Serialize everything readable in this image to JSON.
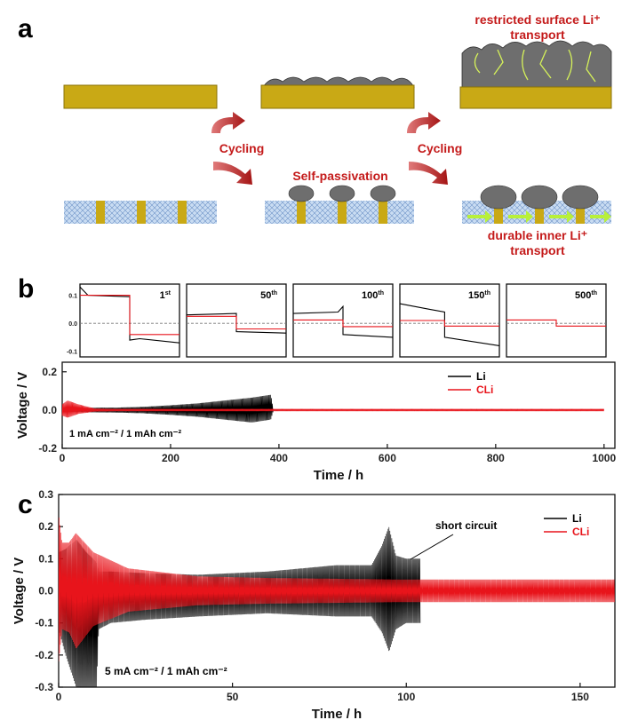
{
  "panel_a": {
    "letter": "a",
    "label_top": "restricted surface Li⁺",
    "label_top2": "transport",
    "cycling_1": "Cycling",
    "cycling_2": "Cycling",
    "self_passivation": "Self-passivation",
    "label_bottom": "durable inner Li⁺",
    "label_bottom2": "transport"
  },
  "panel_b": {
    "letter": "b",
    "condition": "1 mA cm⁻² / 1 mAh cm⁻²",
    "inset_labels": [
      "1st",
      "50th",
      "100th",
      "150th",
      "500th"
    ],
    "inset_ytick_labels": [
      "0.1",
      "0.0",
      "-0.1"
    ]
  },
  "panel_c": {
    "letter": "c",
    "condition": "5 mA cm⁻² / 1 mAh cm⁻²",
    "annotation": "short circuit"
  },
  "colors": {
    "li": "#000000",
    "cli": "#e8141b",
    "accent_red": "#c41a1a",
    "gold": "#c9a915",
    "grey_deposit": "#6e6e6e"
  },
  "chart_data": [
    {
      "type": "line",
      "panel": "b",
      "xlabel": "Time / h",
      "ylabel": "Voltage / V",
      "xlim": [
        0,
        1020
      ],
      "ylim": [
        -0.2,
        0.25
      ],
      "xticks": [
        0,
        200,
        400,
        600,
        800,
        1000
      ],
      "yticks": [
        -0.2,
        0.0,
        0.2
      ],
      "legend": "right",
      "series": [
        {
          "name": "Li",
          "color": "#000000",
          "x": [
            0,
            20,
            50,
            100,
            150,
            200,
            250,
            300,
            350,
            385,
            390
          ],
          "y_upper": [
            0.012,
            0.01,
            0.012,
            0.013,
            0.017,
            0.025,
            0.035,
            0.05,
            0.065,
            0.08,
            0.0
          ],
          "y_lower": [
            -0.012,
            -0.01,
            -0.012,
            -0.013,
            -0.017,
            -0.025,
            -0.035,
            -0.05,
            -0.065,
            -0.05,
            0.0
          ]
        },
        {
          "name": "CLi",
          "color": "#e8141b",
          "x": [
            0,
            10,
            30,
            60,
            100,
            200,
            400,
            600,
            800,
            1000
          ],
          "y_upper": [
            0.03,
            0.05,
            0.03,
            0.008,
            0.006,
            0.006,
            0.006,
            0.006,
            0.006,
            0.006
          ],
          "y_lower": [
            -0.03,
            -0.04,
            -0.02,
            -0.008,
            -0.006,
            -0.006,
            -0.006,
            -0.006,
            -0.006,
            -0.006
          ]
        }
      ],
      "insets": [
        {
          "label": "1st",
          "ylim": [
            -0.12,
            0.14
          ],
          "li": [
            [
              0,
              0.13
            ],
            [
              0.08,
              0.1
            ],
            [
              0.5,
              0.095
            ],
            [
              0.5,
              -0.06
            ],
            [
              0.6,
              -0.055
            ],
            [
              1,
              -0.07
            ]
          ],
          "cli": [
            [
              0,
              0.1
            ],
            [
              0.5,
              0.1
            ],
            [
              0.5,
              -0.04
            ],
            [
              1,
              -0.04
            ]
          ]
        },
        {
          "label": "50th",
          "ylim": [
            -0.12,
            0.14
          ],
          "li": [
            [
              0,
              0.03
            ],
            [
              0.5,
              0.035
            ],
            [
              0.5,
              -0.03
            ],
            [
              1,
              -0.035
            ]
          ],
          "cli": [
            [
              0,
              0.025
            ],
            [
              0.5,
              0.025
            ],
            [
              0.5,
              -0.02
            ],
            [
              1,
              -0.02
            ]
          ]
        },
        {
          "label": "100th",
          "ylim": [
            -0.12,
            0.14
          ],
          "li": [
            [
              0,
              0.035
            ],
            [
              0.45,
              0.04
            ],
            [
              0.5,
              0.06
            ],
            [
              0.5,
              -0.04
            ],
            [
              1,
              -0.05
            ]
          ],
          "cli": [
            [
              0,
              0.012
            ],
            [
              0.5,
              0.012
            ],
            [
              0.5,
              -0.012
            ],
            [
              1,
              -0.012
            ]
          ]
        },
        {
          "label": "150th",
          "ylim": [
            -0.12,
            0.14
          ],
          "li": [
            [
              0,
              0.07
            ],
            [
              0.3,
              0.05
            ],
            [
              0.45,
              0.04
            ],
            [
              0.45,
              -0.05
            ],
            [
              1,
              -0.08
            ]
          ],
          "cli": [
            [
              0,
              0.01
            ],
            [
              0.45,
              0.01
            ],
            [
              0.45,
              -0.01
            ],
            [
              1,
              -0.01
            ]
          ]
        },
        {
          "label": "500th",
          "ylim": [
            -0.12,
            0.14
          ],
          "li": [],
          "cli": [
            [
              0,
              0.012
            ],
            [
              0.5,
              0.012
            ],
            [
              0.5,
              -0.01
            ],
            [
              1,
              -0.01
            ]
          ]
        }
      ]
    },
    {
      "type": "line",
      "panel": "c",
      "xlabel": "Time / h",
      "ylabel": "Voltage / V",
      "xlim": [
        0,
        160
      ],
      "ylim": [
        -0.3,
        0.3
      ],
      "xticks": [
        0,
        50,
        100,
        150
      ],
      "yticks": [
        -0.3,
        -0.2,
        -0.1,
        0.0,
        0.1,
        0.2,
        0.3
      ],
      "legend": "top-right",
      "series": [
        {
          "name": "Li",
          "color": "#000000",
          "x": [
            0,
            2,
            5,
            8,
            11,
            11.5,
            15,
            25,
            40,
            60,
            80,
            90,
            93,
            95,
            97,
            100,
            104
          ],
          "y_upper": [
            0.12,
            0.13,
            0.16,
            0.12,
            0.09,
            0.06,
            0.06,
            0.055,
            0.05,
            0.06,
            0.08,
            0.08,
            0.14,
            0.2,
            0.11,
            0.1,
            0.1
          ],
          "y_lower": [
            -0.12,
            -0.2,
            -0.3,
            -0.3,
            -0.3,
            -0.12,
            -0.1,
            -0.09,
            -0.08,
            -0.07,
            -0.08,
            -0.08,
            -0.13,
            -0.19,
            -0.12,
            -0.1,
            -0.1
          ]
        },
        {
          "name": "CLi",
          "color": "#e8141b",
          "x": [
            0,
            1,
            3,
            5,
            10,
            20,
            40,
            60,
            100,
            130,
            160
          ],
          "y_upper": [
            0.24,
            0.15,
            0.15,
            0.18,
            0.12,
            0.07,
            0.045,
            0.04,
            0.035,
            0.035,
            0.035
          ],
          "y_lower": [
            -0.22,
            -0.12,
            -0.13,
            -0.18,
            -0.11,
            -0.065,
            -0.045,
            -0.04,
            -0.035,
            -0.035,
            -0.035
          ]
        }
      ]
    }
  ]
}
